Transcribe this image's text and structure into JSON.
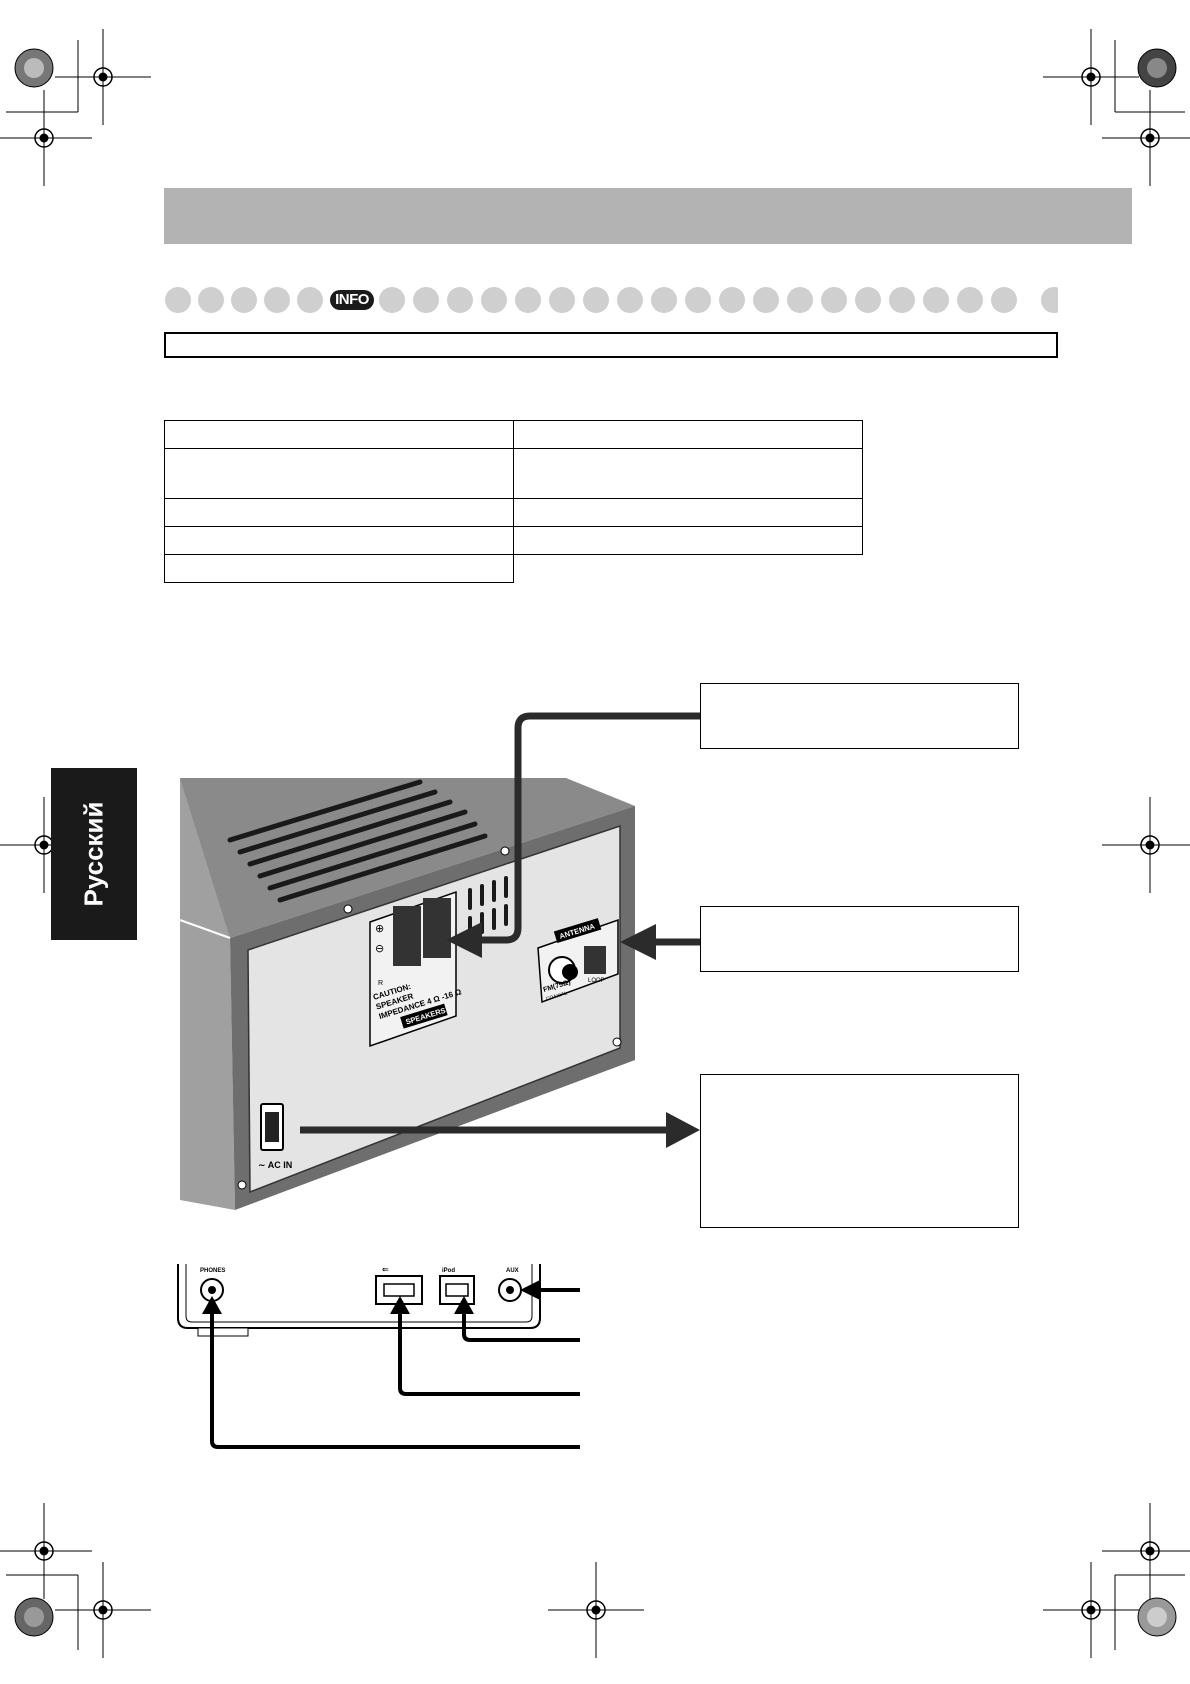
{
  "sidebar_tab": {
    "label": "Русский"
  },
  "info_badge": {
    "label": "INFO"
  },
  "connectors": {
    "speaker_panel": {
      "plus_symbol": "⊕",
      "minus_symbol": "⊖",
      "channel": "R",
      "caution_line1": "CAUTION:",
      "caution_line2": "SPEAKER",
      "caution_line3": "IMPEDANCE  4 Ω -16 Ω",
      "title": "SPEAKERS"
    },
    "antenna_panel": {
      "title": "ANTENNA",
      "fm_label": "FM(75Ω)",
      "fm_sub": "COAXIAL",
      "am_label": "LOOP"
    },
    "power": {
      "label": "AC IN"
    },
    "front_panel": {
      "phones": "PHONES",
      "usb": "⇐",
      "ipod": "iPod",
      "aux": "AUX"
    }
  },
  "colors": {
    "header_bar": "#b3b3b3",
    "dot": "#cfcfcf",
    "tab_background": "#1a1a1a",
    "arrow": "#2b2b2b"
  }
}
